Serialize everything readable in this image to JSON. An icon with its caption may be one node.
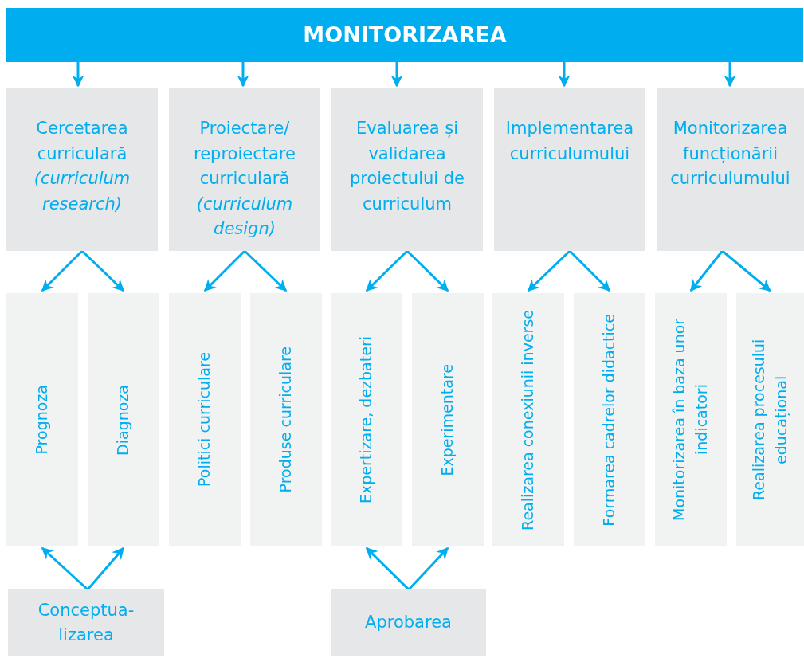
{
  "diagram": {
    "nodes": [
      {
        "text": [
          "MONITORIZAREA"
        ]
      },
      {
        "text": [
          "Cercetarea curriculară *(curriculum research)*"
        ]
      },
      {
        "text": [
          "Proiectare/ reproiectare curriculară *(curriculum design)*"
        ]
      },
      {
        "text": [
          "Evaluarea și validarea proiectului de curriculum"
        ]
      },
      {
        "text": [
          "Implementarea curriculumului"
        ]
      },
      {
        "text": [
          "Monitorizarea funcționării curriculumului"
        ]
      },
      {
        "text": [
          "Prognoza"
        ]
      },
      {
        "text": [
          "Diagnoza"
        ]
      },
      {
        "text": [
          "Politici curriculare"
        ]
      },
      {
        "text": [
          "Produse curriculare"
        ]
      },
      {
        "text": [
          "Expertizare, dezbateri"
        ]
      },
      {
        "text": [
          "Experimentare"
        ]
      },
      {
        "text": [
          "Realizarea conexiunii inverse"
        ]
      },
      {
        "text": [
          "Formarea cadrelor didactice"
        ]
      },
      {
        "text": [
          "Monitorizarea în baza unor indicatori"
        ]
      },
      {
        "text": [
          "Realizarea procesului educațional"
        ]
      },
      {
        "text": [
          "Conceptua- lizarea"
        ]
      },
      {
        "text": [
          "Aprobarea"
        ]
      }
    ],
    "edges": [
      {
        "from": 0,
        "to": 1,
        "arrow": "to"
      },
      {
        "from": 0,
        "to": 2,
        "arrow": "to"
      },
      {
        "from": 0,
        "to": 3,
        "arrow": "to"
      },
      {
        "from": 0,
        "to": 4,
        "arrow": "to"
      },
      {
        "from": 0,
        "to": 5,
        "arrow": "to"
      },
      {
        "from": 1,
        "to": 6,
        "arrow": "to"
      },
      {
        "from": 1,
        "to": 7,
        "arrow": "to"
      },
      {
        "from": 2,
        "to": 8,
        "arrow": "to"
      },
      {
        "from": 2,
        "to": 9,
        "arrow": "to"
      },
      {
        "from": 3,
        "to": 10,
        "arrow": "to"
      },
      {
        "from": 3,
        "to": 11,
        "arrow": "to"
      },
      {
        "from": 4,
        "to": 12,
        "arrow": "to"
      },
      {
        "from": 4,
        "to": 13,
        "arrow": "to"
      },
      {
        "from": 5,
        "to": 14,
        "arrow": "to"
      },
      {
        "from": 5,
        "to": 15,
        "arrow": "to"
      },
      {
        "from": 16,
        "to": 6,
        "arrow": "to"
      },
      {
        "from": 16,
        "to": 7,
        "arrow": "to"
      },
      {
        "from": 17,
        "to": 10,
        "arrow": "to"
      },
      {
        "from": 17,
        "to": 11,
        "arrow": "to"
      }
    ]
  }
}
